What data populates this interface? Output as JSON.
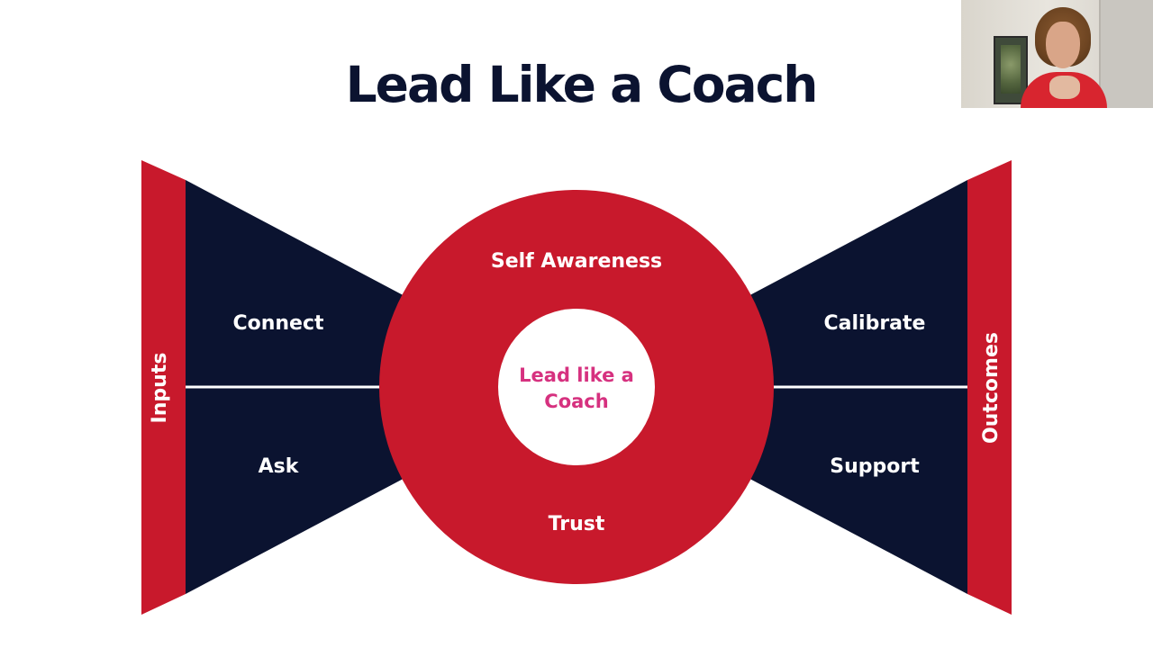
{
  "slide": {
    "title": "Lead Like a Coach"
  },
  "diagram": {
    "left_bar_label": "Inputs",
    "right_bar_label": "Outcomes",
    "left_top": "Connect",
    "left_bottom": "Ask",
    "right_top": "Calibrate",
    "right_bottom": "Support",
    "ring_top": "Self Awareness",
    "ring_bottom": "Trust",
    "center_line1": "Lead like a",
    "center_line2": "Coach"
  },
  "colors": {
    "navy": "#0b1330",
    "red": "#c8192c",
    "magenta": "#d6317f",
    "white": "#ffffff"
  },
  "icons": {
    "presenter_video": "webcam-video-thumbnail"
  }
}
